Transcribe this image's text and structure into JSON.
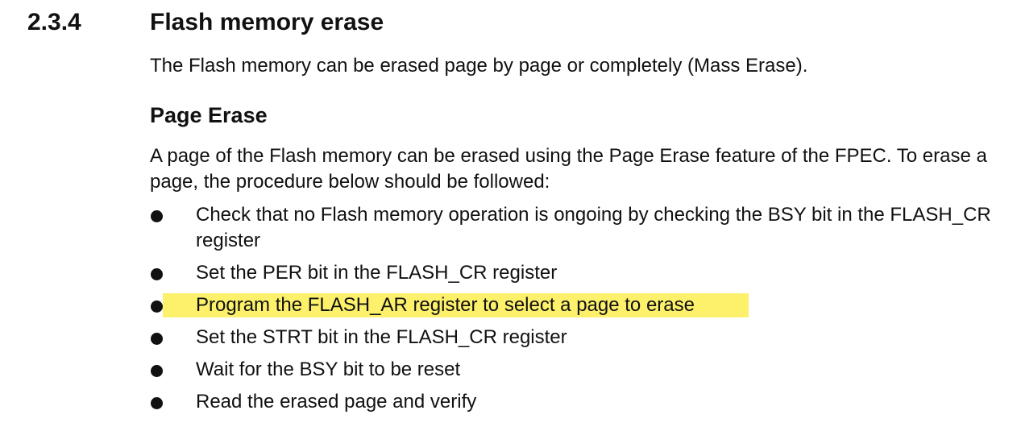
{
  "section": {
    "number": "2.3.4",
    "title": "Flash memory erase"
  },
  "intro": "The Flash memory can be erased page by page or completely (Mass Erase).",
  "page_erase": {
    "heading": "Page Erase",
    "paragraph": "A page of the Flash memory can be erased using the Page Erase feature of the FPEC. To erase a page, the procedure below should be followed:",
    "steps": [
      {
        "text": "Check that no Flash memory operation is ongoing by checking the BSY bit in the FLASH_CR register",
        "highlighted": false
      },
      {
        "text": "Set the PER bit in the FLASH_CR register",
        "highlighted": false
      },
      {
        "text": "Program the FLASH_AR register to select a page to erase",
        "highlighted": true
      },
      {
        "text": "Set the STRT bit in the FLASH_CR register",
        "highlighted": false
      },
      {
        "text": "Wait for the BSY bit to be reset",
        "highlighted": false
      },
      {
        "text": "Read the erased page and verify",
        "highlighted": false
      }
    ]
  },
  "colors": {
    "highlight": "#fdf16b",
    "text": "#111111"
  }
}
